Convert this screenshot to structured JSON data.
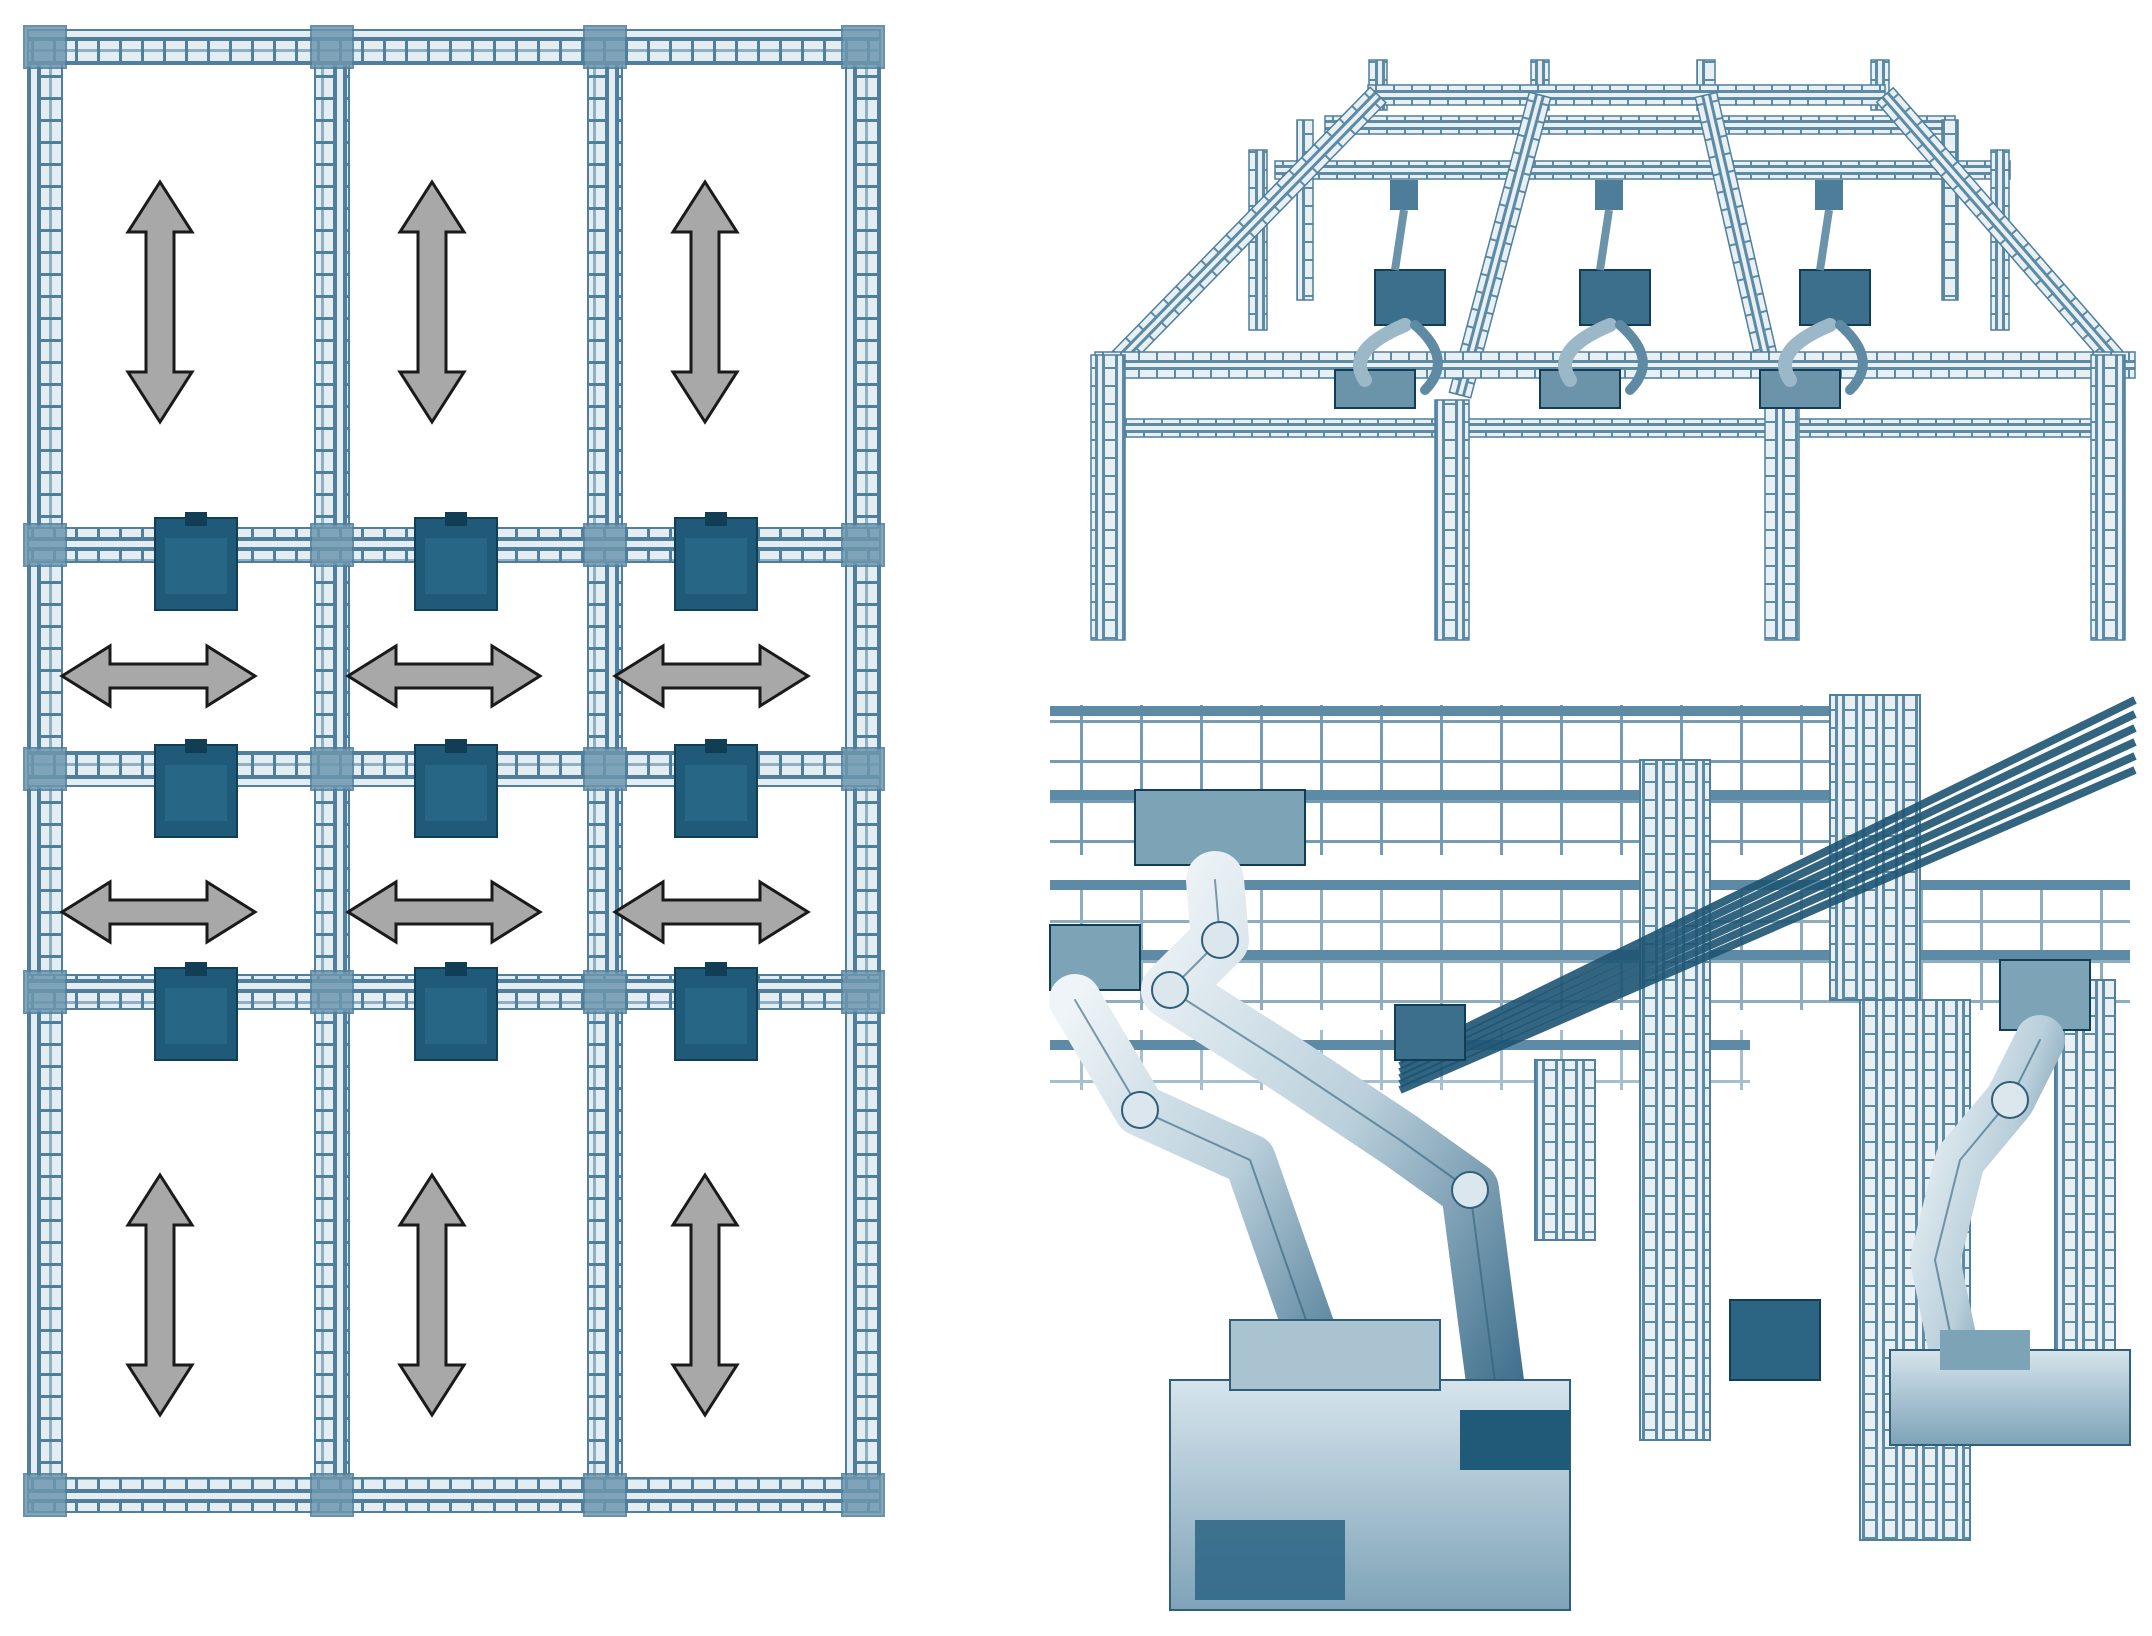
{
  "colors": {
    "frame": "#4f7f9c",
    "frame_light": "#9fbccb",
    "frame_fill": "#c9dbe4",
    "module": "#1f5a78",
    "module_dark": "#123e55",
    "arrow_fill": "#a8a8a8",
    "arrow_stroke": "#1a1a1a",
    "robot": "#dfe8ec",
    "background": "#ffffff"
  },
  "panels": [
    {
      "name": "top-view-gantry-layout",
      "view": "top"
    },
    {
      "name": "perspective-view-gantry",
      "view": "perspective"
    },
    {
      "name": "close-up-robot-arms",
      "view": "close-up"
    }
  ],
  "layout_grid": {
    "columns": 3,
    "bays": 4,
    "robots_per_column": 3,
    "arrows": {
      "vertical_per_column": 2,
      "horizontal_per_column": 2
    }
  },
  "perspective": {
    "bays": 3,
    "robots": 3
  },
  "closeup": {
    "robots_visible": 3
  }
}
